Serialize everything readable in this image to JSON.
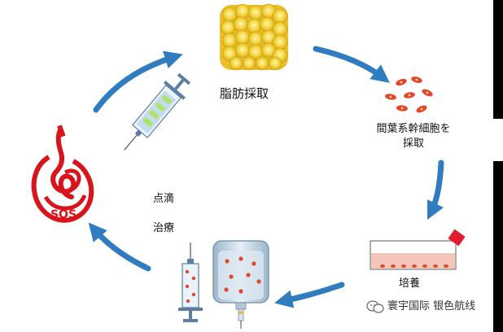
{
  "steps": {
    "fat_harvest": "脂肪採取",
    "msc_harvest_line1": "間葉系幹細胞を",
    "msc_harvest_line2": "採取",
    "culture": "培養",
    "drip": "点滴",
    "treatment": "治療"
  },
  "logo_text": "SOS",
  "watermark": "寰宇国际 银色航线",
  "colors": {
    "arrow": "#2f7cc0",
    "logo_red": "#d8141c",
    "cell_red": "#e2472a",
    "fat_yellow": "#f2d33a"
  }
}
